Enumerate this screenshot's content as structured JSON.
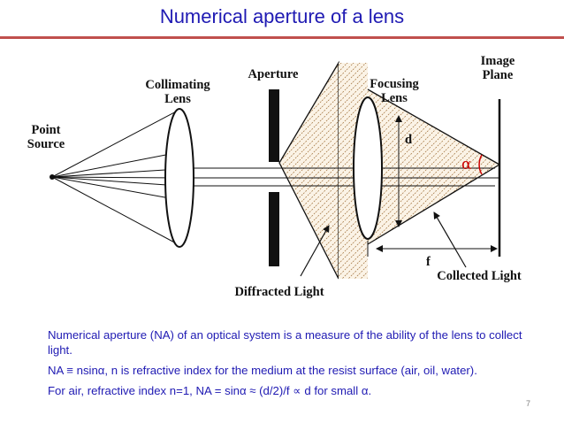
{
  "title": "Numerical aperture of a lens",
  "diagram": {
    "labels": {
      "point_source_1": "Point",
      "point_source_2": "Source",
      "collimating_1": "Collimating",
      "collimating_2": "Lens",
      "aperture": "Aperture",
      "focusing_1": "Focusing",
      "focusing_2": "Lens",
      "image_1": "Image",
      "image_2": "Plane",
      "d": "d",
      "alpha": "α",
      "f": "f",
      "diffracted": "Diffracted Light",
      "collected": "Collected Light"
    }
  },
  "caption": {
    "line1": "Numerical aperture (NA) of an optical system is a measure of the ability of the lens to collect light.",
    "line2": "NA ≡ nsinα,  n is refractive index for the medium at the resist surface (air, oil, water).",
    "line3": "For air, refractive index n=1, NA = sinα ≈ (d/2)/f ∝ d for small α."
  },
  "page_number": "7"
}
